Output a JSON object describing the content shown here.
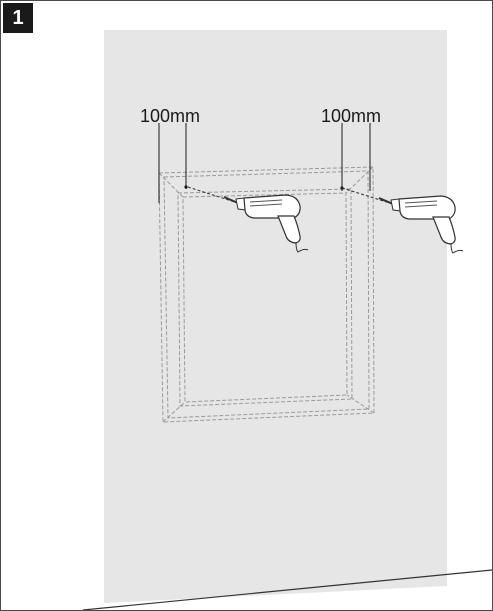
{
  "step": {
    "number": "1"
  },
  "dimensions": {
    "left_label": "100mm",
    "right_label": "100mm"
  },
  "icons": {
    "left_tool": "power-drill-icon",
    "right_tool": "power-drill-icon"
  },
  "colors": {
    "wall": "#e6e6e6",
    "badge": "#1a1a1a",
    "outline": "#4a4a4a",
    "dashed": "#9a9a9a"
  }
}
